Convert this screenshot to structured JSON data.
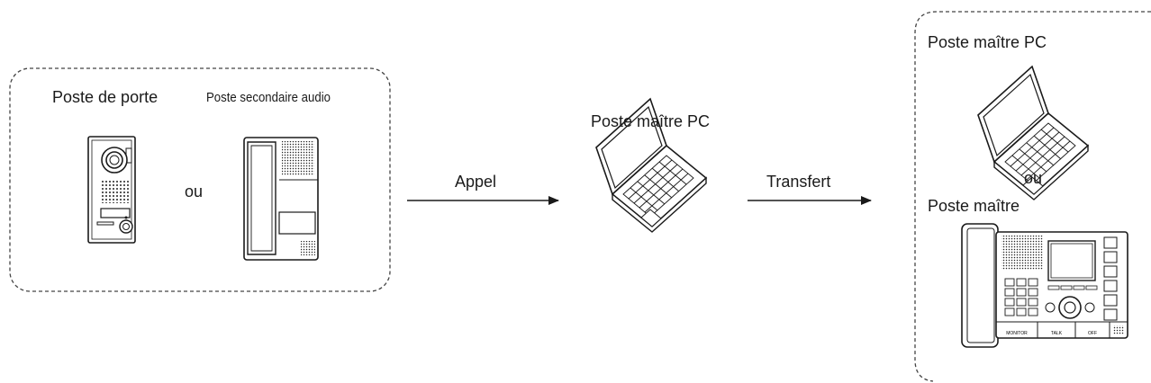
{
  "left_group": {
    "door_station_label": "Poste de porte",
    "sub_station_label": "Poste secondaire audio",
    "or_label": "ou"
  },
  "middle": {
    "arrow1_label": "Appel",
    "pc_label": "Poste maître PC",
    "arrow2_label": "Transfert"
  },
  "right_group": {
    "pc_label": "Poste maître PC",
    "or_label": "ou",
    "master_label": "Poste maître"
  },
  "master_station_keys": {
    "monitor": "MONITOR",
    "talk": "TALK",
    "off": "OFF"
  }
}
